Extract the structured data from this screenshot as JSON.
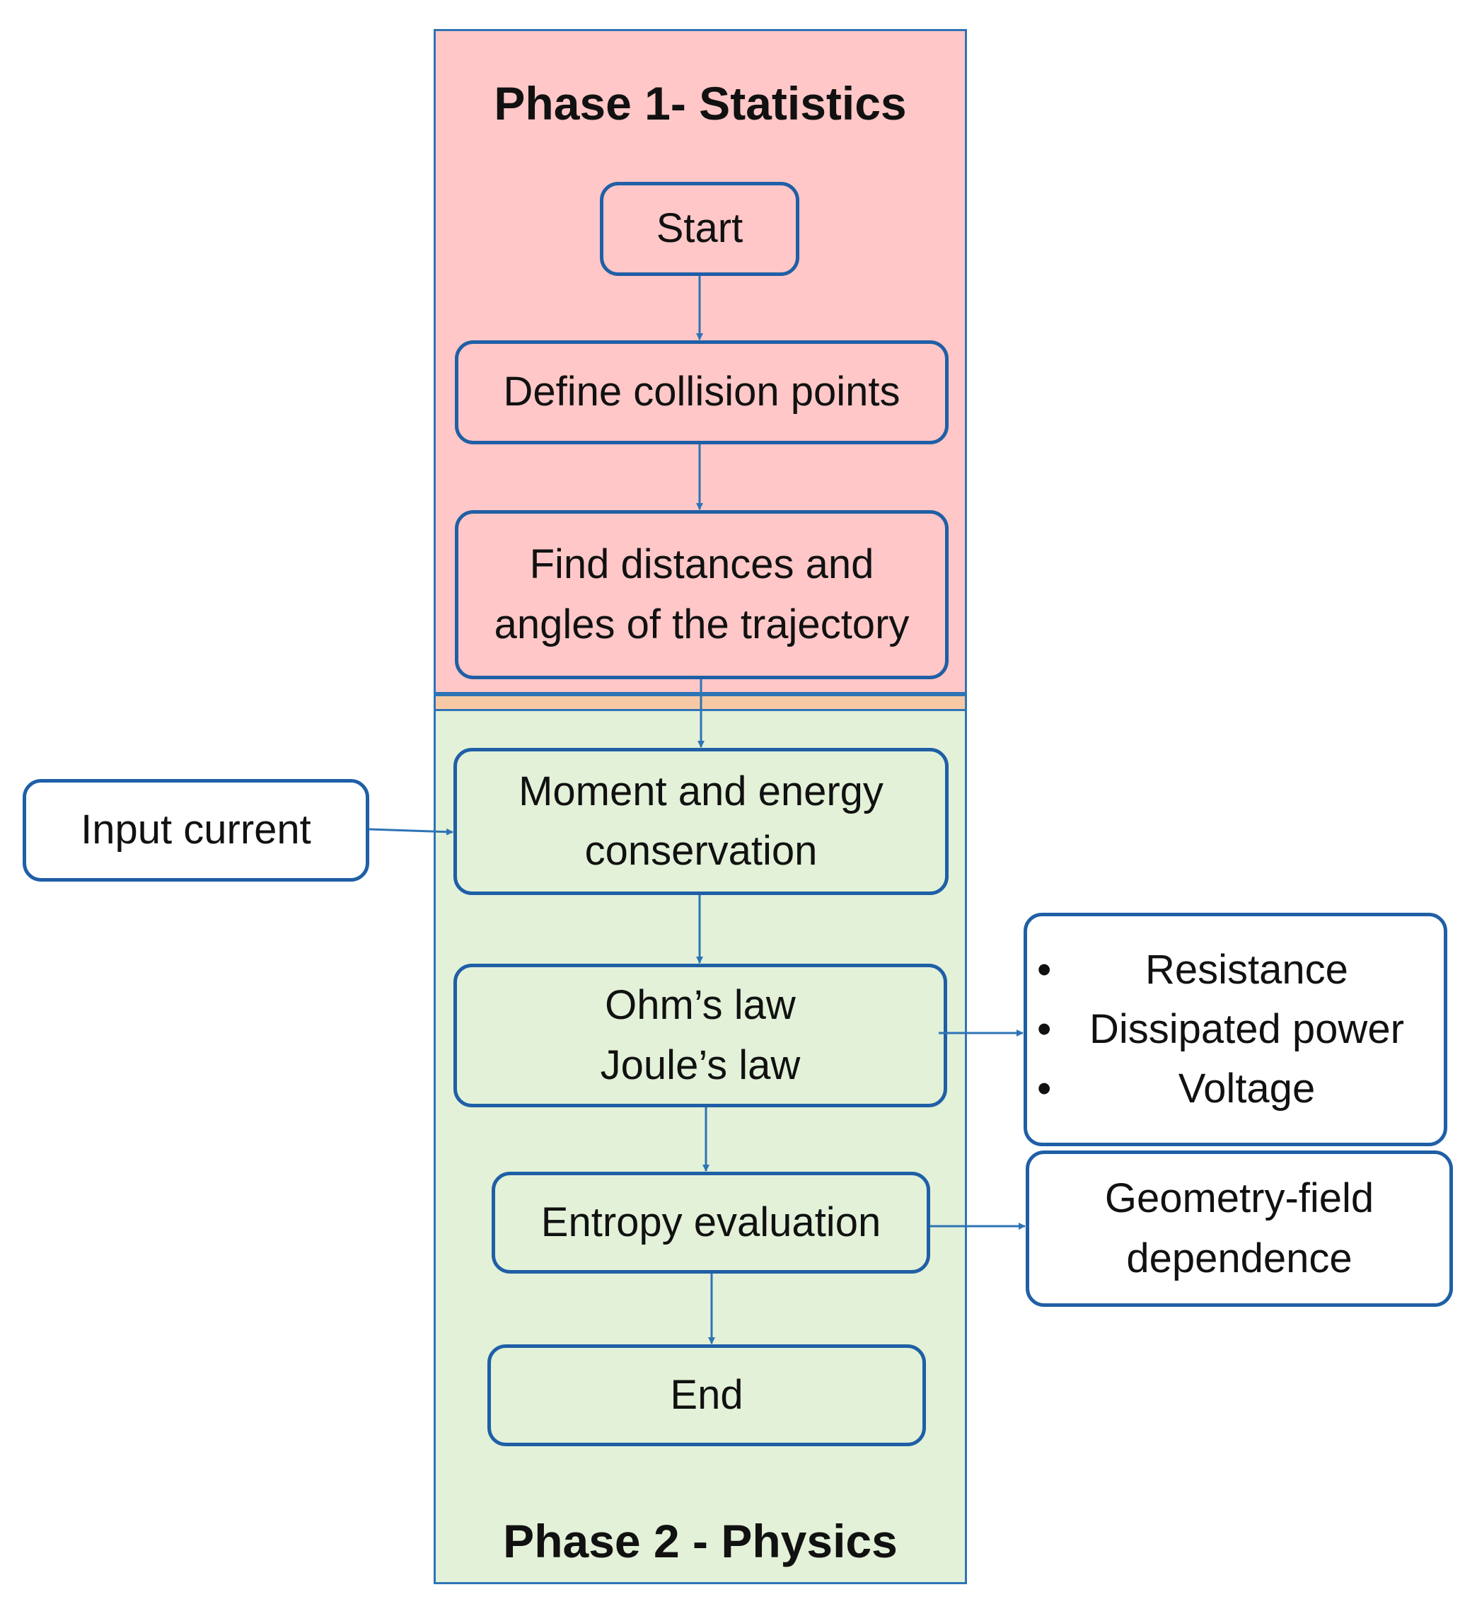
{
  "phase1": {
    "title": "Phase 1- Statistics"
  },
  "phase2": {
    "title": "Phase 2 - Physics"
  },
  "nodes": {
    "start": "Start",
    "define": "Define collision points",
    "find": [
      "Find distances and",
      "angles of the trajectory"
    ],
    "moment": [
      "Moment and energy",
      "conservation"
    ],
    "ohm": [
      "Ohm’s law",
      "Joule’s law"
    ],
    "entropy": "Entropy evaluation",
    "end": "End",
    "input": "Input current",
    "outputs": [
      "Resistance",
      "Dissipated power",
      "Voltage"
    ],
    "geometry": [
      "Geometry-field",
      "dependence"
    ]
  },
  "colors": {
    "phase1_fill": "#ffc7c7",
    "phase2_fill": "#e2f1d8",
    "border": "#1f5fa6",
    "arrow": "#2e74b5"
  }
}
